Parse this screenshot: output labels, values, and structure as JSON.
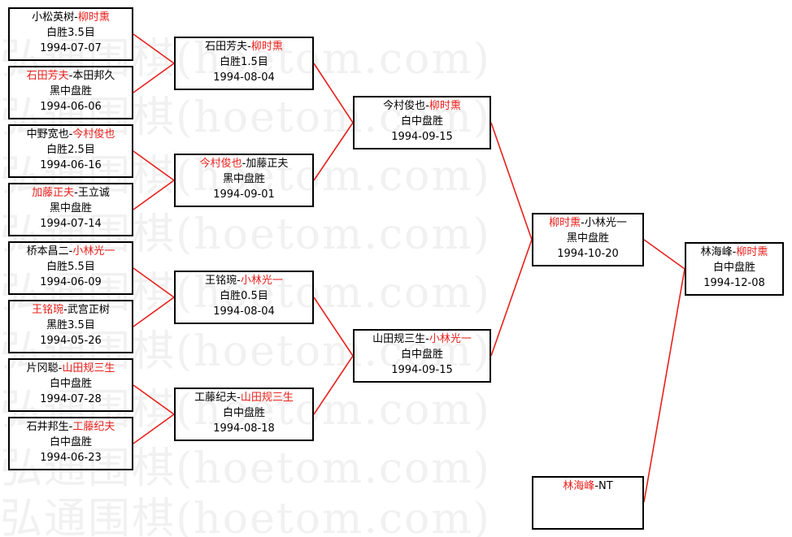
{
  "watermark": "弘通围棋(hoetom.com)",
  "colors": {
    "winner": "#e8201c",
    "line": "#e8201c",
    "border": "#000000",
    "watermark": "#f1f1f1"
  },
  "round1": [
    {
      "a": "小松英树",
      "b": "柳时熏",
      "winner": "b",
      "result": "白胜3.5目",
      "date": "1994-07-07"
    },
    {
      "a": "石田芳夫",
      "b": "本田邦久",
      "winner": "a",
      "result": "黑中盘胜",
      "date": "1994-06-06"
    },
    {
      "a": "中野宽也",
      "b": "今村俊也",
      "winner": "b",
      "result": "白胜2.5目",
      "date": "1994-06-16"
    },
    {
      "a": "加藤正夫",
      "b": "王立诚",
      "winner": "a",
      "result": "黑中盘胜",
      "date": "1994-07-14"
    },
    {
      "a": "桥本昌二",
      "b": "小林光一",
      "winner": "b",
      "result": "白胜5.5目",
      "date": "1994-06-09"
    },
    {
      "a": "王铭琬",
      "b": "武宫正树",
      "winner": "a",
      "result": "黑胜3.5目",
      "date": "1994-05-26"
    },
    {
      "a": "片冈聪",
      "b": "山田规三生",
      "winner": "b",
      "result": "白中盘胜",
      "date": "1994-07-28"
    },
    {
      "a": "石井邦生",
      "b": "工藤纪夫",
      "winner": "b",
      "result": "白中盘胜",
      "date": "1994-06-23"
    }
  ],
  "round2": [
    {
      "a": "石田芳夫",
      "b": "柳时熏",
      "winner": "b",
      "result": "白胜1.5目",
      "date": "1994-08-04"
    },
    {
      "a": "今村俊也",
      "b": "加藤正夫",
      "winner": "a",
      "result": "黑中盘胜",
      "date": "1994-09-01"
    },
    {
      "a": "王铭琬",
      "b": "小林光一",
      "winner": "b",
      "result": "白胜0.5目",
      "date": "1994-08-04"
    },
    {
      "a": "工藤纪夫",
      "b": "山田规三生",
      "winner": "b",
      "result": "白中盘胜",
      "date": "1994-08-18"
    }
  ],
  "round3": [
    {
      "a": "今村俊也",
      "b": "柳时熏",
      "winner": "b",
      "result": "白中盘胜",
      "date": "1994-09-15"
    },
    {
      "a": "山田规三生",
      "b": "小林光一",
      "winner": "b",
      "result": "白中盘胜",
      "date": "1994-09-15"
    }
  ],
  "round4": [
    {
      "a": "柳时熏",
      "b": "小林光一",
      "winner": "a",
      "result": "黑中盘胜",
      "date": "1994-10-20"
    }
  ],
  "seed": {
    "a": "林海峰",
    "b": "NT",
    "winner": "a"
  },
  "final": {
    "a": "林海峰",
    "b": "柳时熏",
    "winner": "b",
    "result": "白中盘胜",
    "date": "1994-12-08"
  }
}
